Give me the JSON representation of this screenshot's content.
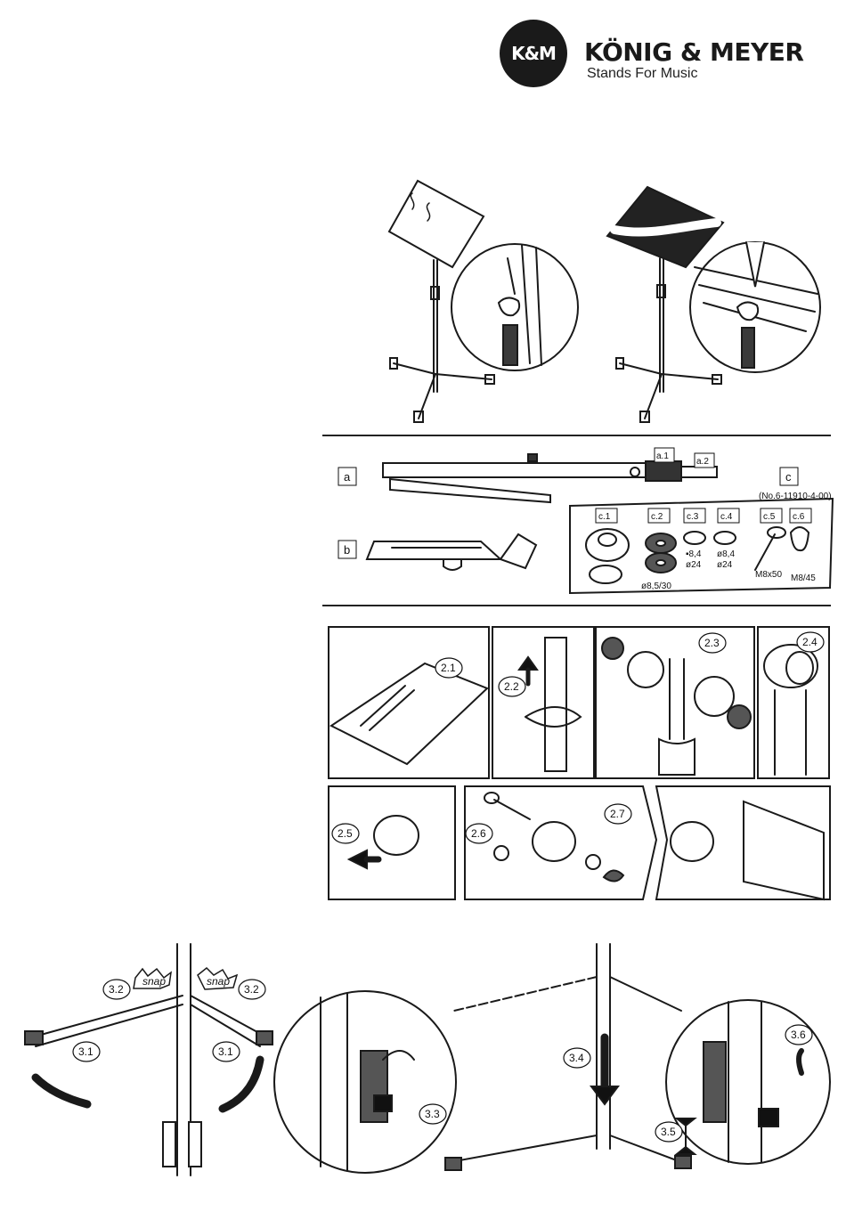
{
  "header": {
    "badge": "K&M",
    "brand": "KÖNIG & MEYER",
    "tagline": "Stands For Music"
  },
  "parts": {
    "a": "a",
    "a1": "a.1",
    "a2": "a.2",
    "b": "b",
    "c": "c",
    "c_note": "(No.6-11910-4-00)",
    "c1": "c.1",
    "c2": "c.2",
    "c3": "c.3",
    "c4": "c.4",
    "c5": "c.5",
    "c6": "c.6",
    "c2_dim": "ø8,5/30",
    "c3_dim1": "▪8,4",
    "c3_dim2": "ø24",
    "c4_dim1": "ø8,4",
    "c4_dim2": "ø24",
    "c5_dim": "M8x50",
    "c6_dim": "M8/45"
  },
  "steps": {
    "s21": "2.1",
    "s22": "2.2",
    "s23": "2.3",
    "s24": "2.4",
    "s25": "2.5",
    "s26": "2.6",
    "s27": "2.7",
    "s31": "3.1",
    "s32": "3.2",
    "s33": "3.3",
    "s34": "3.4",
    "s35": "3.5",
    "s36": "3.6",
    "snap": "snap"
  },
  "colors": {
    "ink": "#1a1a1a",
    "paper": "#ffffff",
    "shade": "#3a3a3a"
  }
}
